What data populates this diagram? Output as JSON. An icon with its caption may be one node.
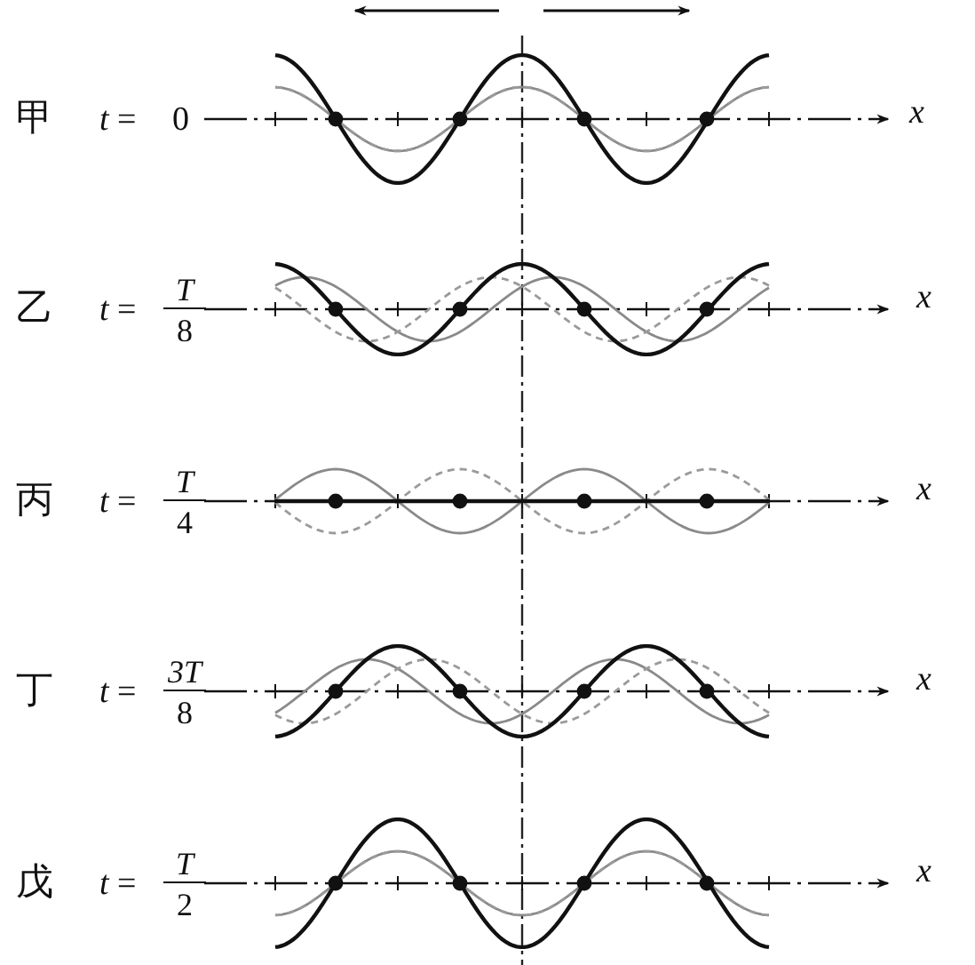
{
  "diagram": {
    "labels": [
      "甲",
      "*t* =",
      "0",
      "x",
      "乙",
      "*t* =",
      "T",
      "8",
      "x",
      "丙",
      "*t* =",
      "T",
      "4",
      "x",
      "丁",
      "*t* =",
      "3T",
      "8",
      "x",
      "戊",
      "*t* =",
      "T",
      "2",
      "x"
    ]
  }
}
